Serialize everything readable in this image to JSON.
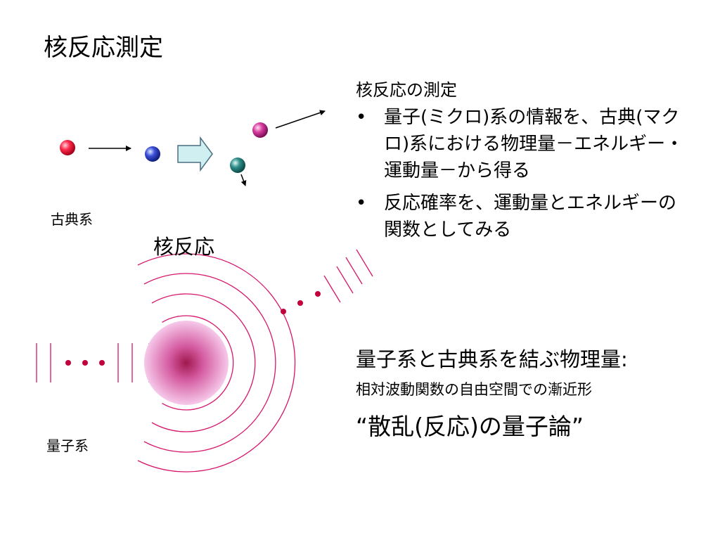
{
  "slide": {
    "title": "核反応測定",
    "classical_label": "古典系",
    "reaction_label": "核反応",
    "quantum_label": "量子系"
  },
  "notes": {
    "heading": "核反応の測定",
    "bullet_marker": "•",
    "bullets": [
      "量子(ミクロ)系の情報を、古典(マクロ)系における物理量－エネルギー・運動量－から得る",
      "反応確率を、運動量とエネルギーの関数としてみる"
    ]
  },
  "link": {
    "title": "量子系と古典系を結ぶ物理量:",
    "subtitle": "相対波動関数の自由空間での漸近形",
    "quote": "“散乱(反応)の量子論”"
  },
  "colors": {
    "projectile": "#ff2a4a",
    "target": "#3a4fd8",
    "ejectile_magenta": "#d83ea0",
    "ejectile_teal": "#2f8f8a",
    "block_arrow_fill": "#cfeff0",
    "block_arrow_stroke": "#4a6f80",
    "wave_line": "#d6166a",
    "nucleus_core": "#a0184e",
    "nucleus_halo": "#f3b8e2"
  },
  "icons": [
    "projectile-ball",
    "target-ball",
    "ejectile-ball",
    "block-arrow-right",
    "scattering-arrow"
  ]
}
